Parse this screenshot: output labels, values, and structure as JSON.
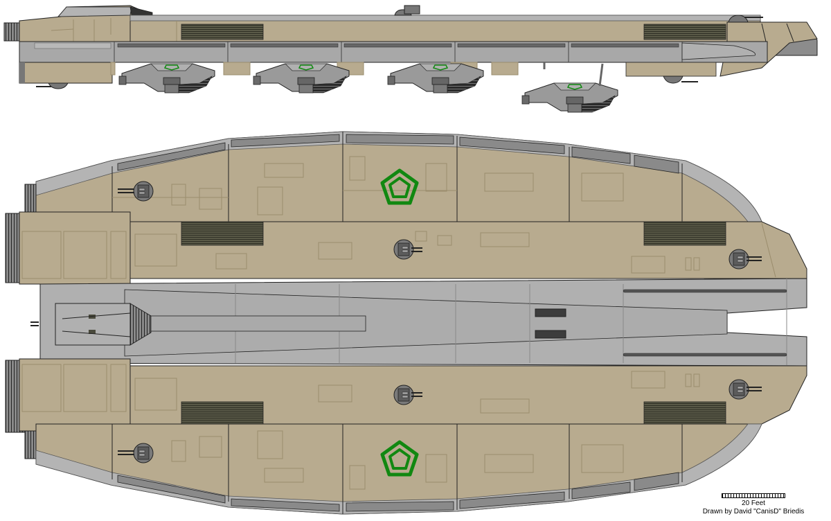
{
  "illustration": {
    "subject": "starship schematic",
    "views": [
      {
        "name": "side-view",
        "label": ""
      },
      {
        "name": "top-view",
        "label": ""
      }
    ],
    "colors": {
      "hull_tan": "#b8ab8f",
      "hull_tan_dark": "#a69878",
      "panel_line": "#9a8c6c",
      "gray_light": "#b4b4b4",
      "gray_mid": "#8c8c8c",
      "gray_dark": "#555555",
      "vent_dark": "#4a4a3c",
      "outline": "#000000",
      "emblem_green": "#118811"
    },
    "side_view": {
      "docked_craft_count": 4,
      "turret_count": 4
    },
    "top_view": {
      "turret_count": 6,
      "emblem_count": 2,
      "vent_count": 4
    }
  },
  "scale": {
    "label": "20 Feet"
  },
  "credit": {
    "text": "Drawn by David \"CanisD\" Briedis"
  }
}
